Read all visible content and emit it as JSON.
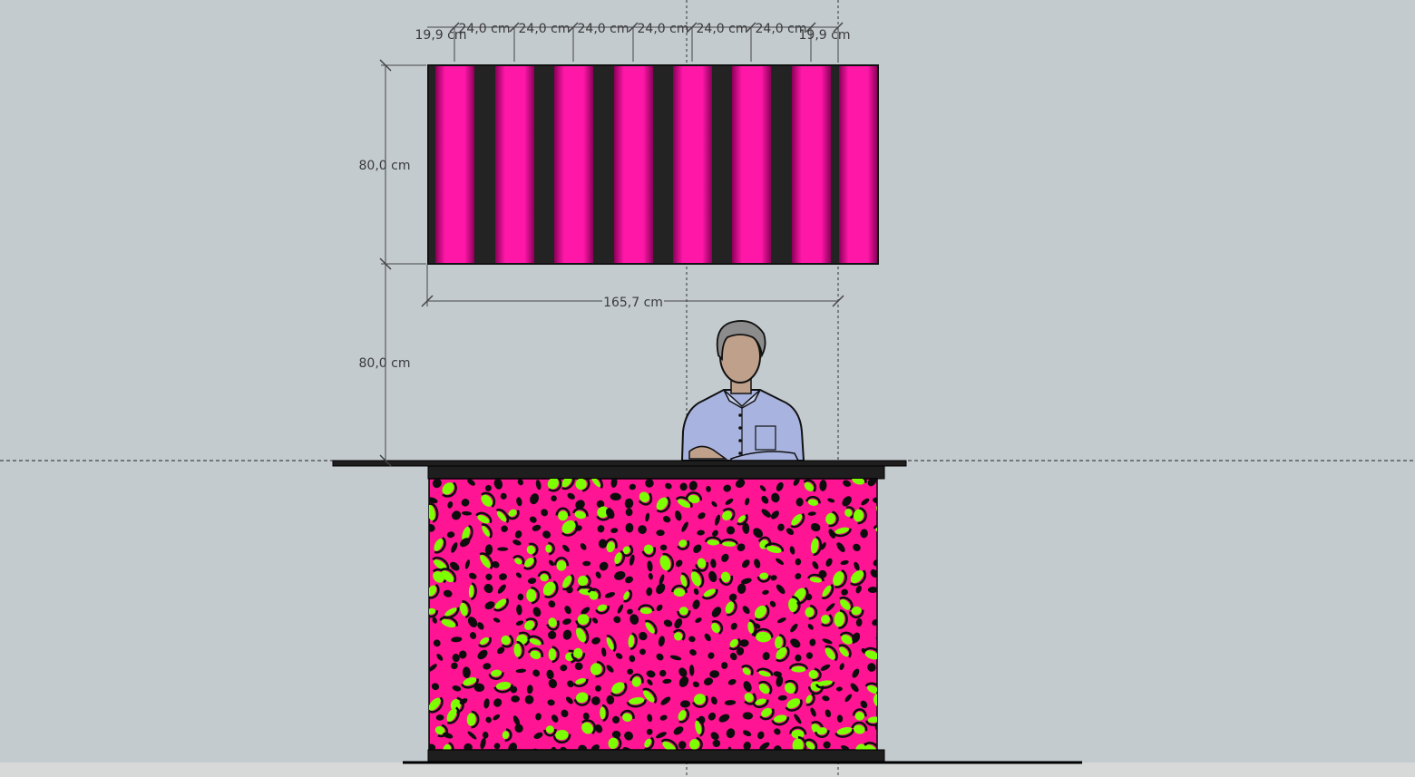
{
  "drawing": {
    "background_color": "#c4cbcf",
    "panel": {
      "stripe_color": "#ff17a8",
      "gap_color": "#232323",
      "stripe_count": 8
    },
    "counter": {
      "pattern": "leopard",
      "base_color": "#ff1493",
      "spot_color": "#0d0d0d",
      "accent_color": "#7cff00",
      "top_color": "#1e1e1e"
    },
    "figure": "person-standing-behind-counter",
    "dimensions": {
      "top_edge_left": "19,9 cm",
      "top_segments": [
        "24,0 cm",
        "24,0 cm",
        "24,0 cm",
        "24,0 cm",
        "24,0 cm",
        "24,0 cm"
      ],
      "top_edge_right": "19,9 cm",
      "panel_height": "80,0 cm",
      "panel_width": "165,7 cm",
      "panel_elevation": "80,0 cm"
    }
  }
}
